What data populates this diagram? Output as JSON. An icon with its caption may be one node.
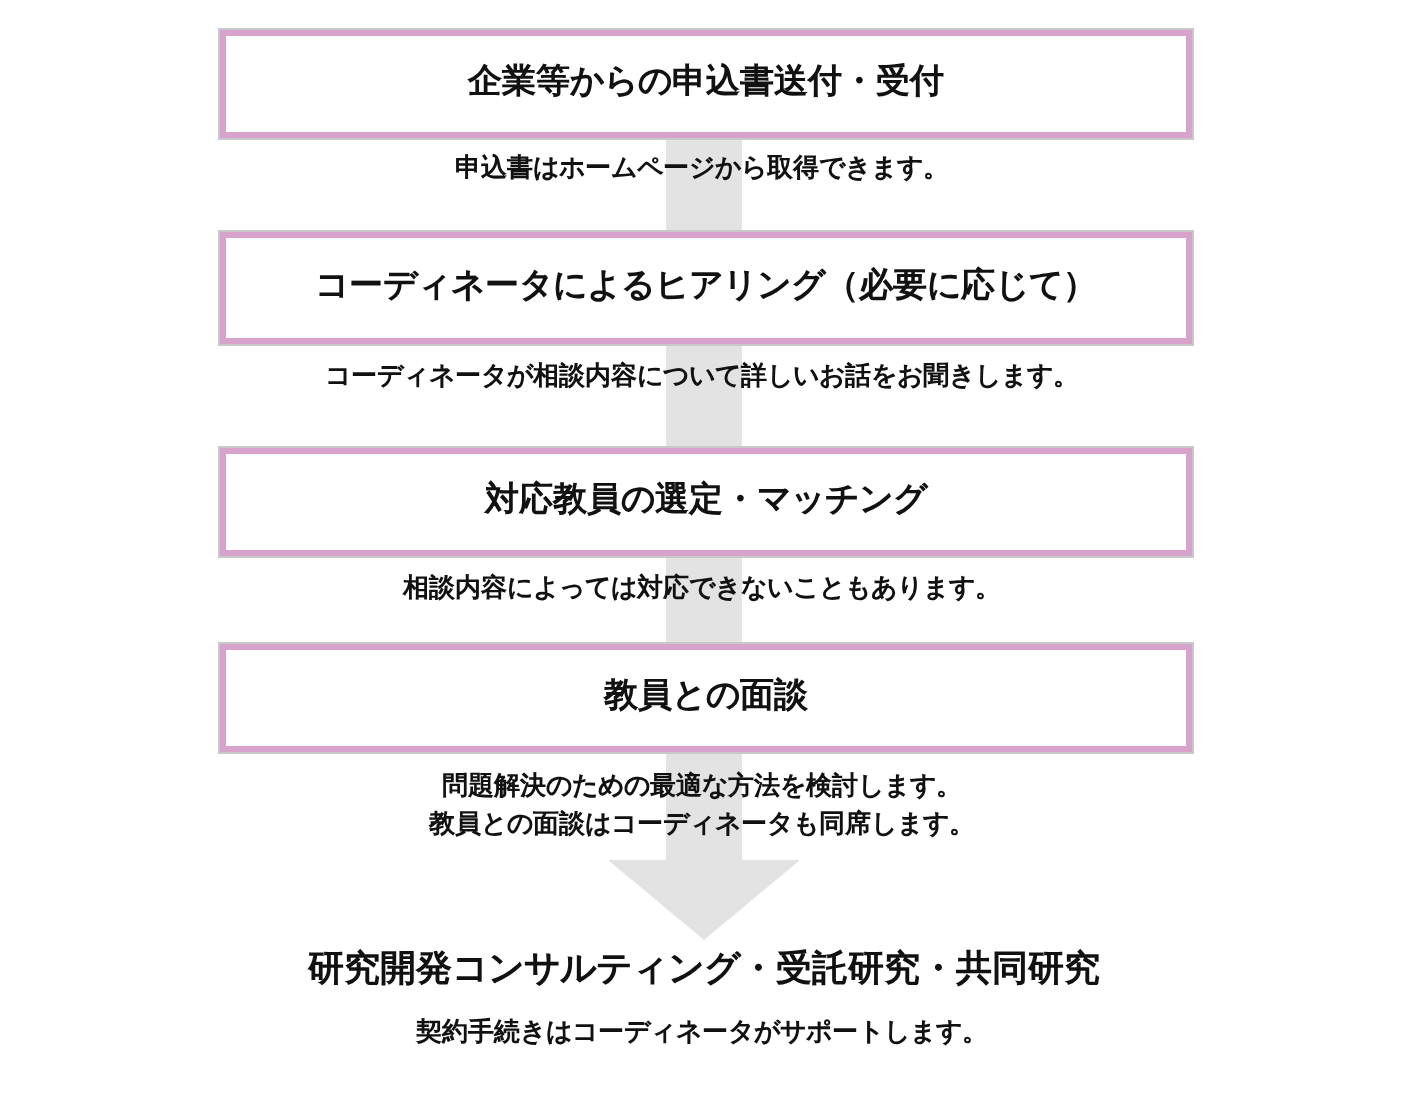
{
  "diagram": {
    "nodes": [
      {
        "text": [
          "企業等からの申込書送付・受付"
        ],
        "beside": [
          "申込書はホームページから取得できます。"
        ]
      },
      {
        "text": [
          "コーディネータによるヒアリング（必要に応じて）"
        ],
        "beside": [
          "コーディネータが相談内容について詳しいお話をお聞きします。"
        ]
      },
      {
        "text": [
          "対応教員の選定・マッチング"
        ],
        "beside": [
          "相談内容によっては対応できないこともあります。"
        ]
      },
      {
        "text": [
          "教員との面談"
        ],
        "beside": [
          "問題解決のための最適な方法を検討します。",
          "教員との面談はコーディネータも同席します。"
        ]
      },
      {
        "text": [
          "研究開発コンサルティング・受託研究・共同研究"
        ],
        "beside": [
          "契約手続きはコーディネータがサポートします。"
        ]
      }
    ],
    "edges": [
      {
        "from": 0,
        "to": 1,
        "arrow": "none"
      },
      {
        "from": 1,
        "to": 2,
        "arrow": "none"
      },
      {
        "from": 2,
        "to": 3,
        "arrow": "none"
      },
      {
        "from": 3,
        "to": 4,
        "arrow": "to"
      }
    ]
  }
}
